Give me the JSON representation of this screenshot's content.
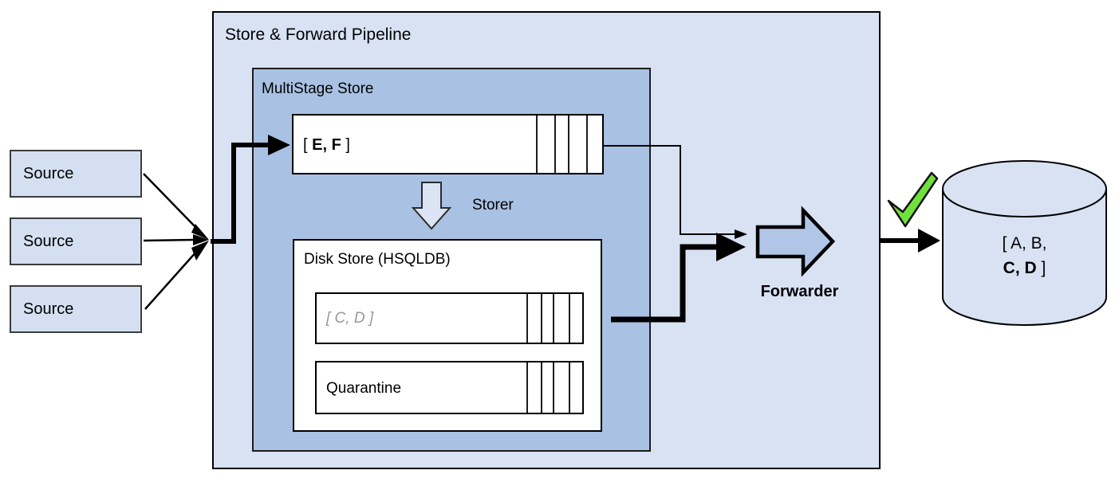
{
  "diagram": {
    "title": "Store & Forward Pipeline",
    "multistage": {
      "label": "MultiStage Store",
      "memory_queue": {
        "bracket_open": "[ ",
        "items": "E, F",
        "bracket_close": " ]"
      },
      "storer_label": "Storer",
      "disk_store": {
        "label": "Disk Store (HSQLDB)",
        "disk_queue_text": "[ C, D ]",
        "quarantine_label": "Quarantine"
      }
    },
    "forwarder_label": "Forwarder",
    "sources": [
      {
        "label": "Source"
      },
      {
        "label": "Source"
      },
      {
        "label": "Source"
      }
    ],
    "database": {
      "line1": "[ A, B,",
      "line2_bold": "C, D",
      "line2_close": " ]"
    },
    "icons": {
      "checkmark": "green-check-icon",
      "storer": "down-block-arrow-icon",
      "forwarder": "right-block-arrow-icon",
      "database": "database-cylinder-icon"
    },
    "colors": {
      "pipeline_fill": "#d9e2f3",
      "multistage_fill": "#a9c1e2",
      "source_fill": "#d4e0f2",
      "storer_arrow_fill": "#dbe4f4",
      "forwarder_arrow_fill": "#b1c5e7",
      "database_fill": "#d9e2f3",
      "check_green": "#70e13a",
      "disk_queue_text_gray": "#999999",
      "border_black": "#000000"
    }
  }
}
